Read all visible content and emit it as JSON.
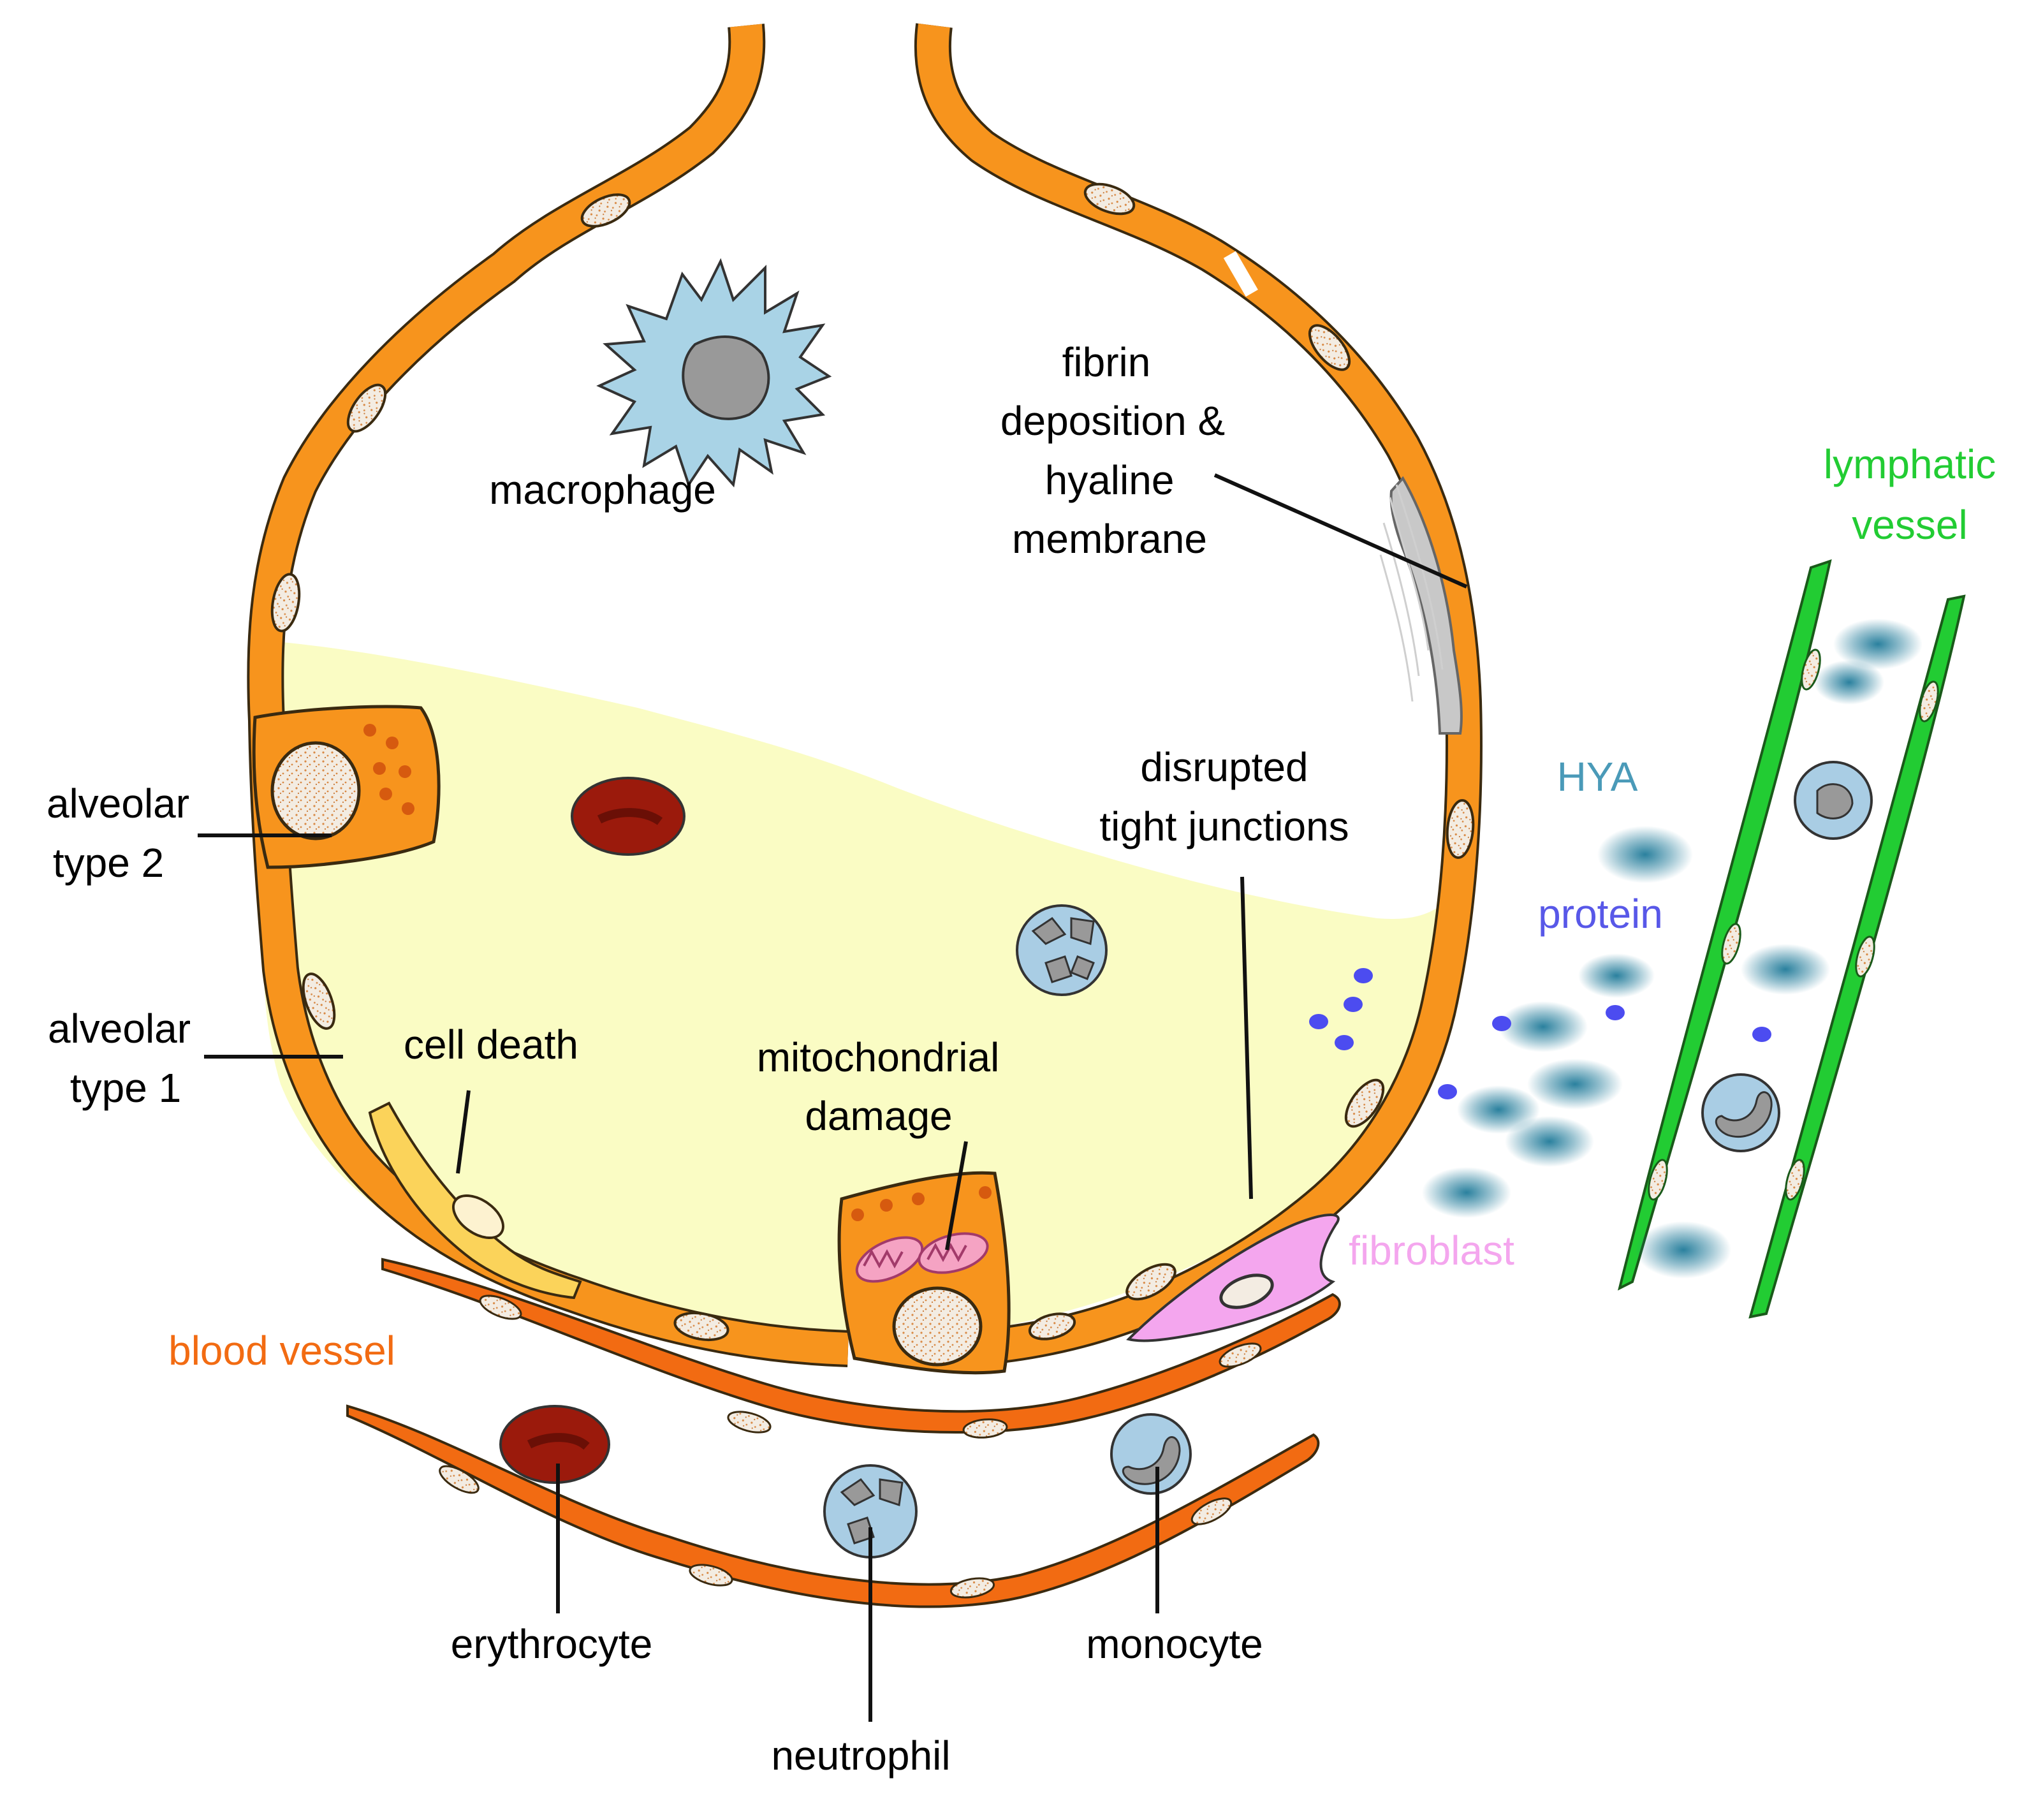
{
  "labels": {
    "macrophage": "macrophage",
    "fibrin_1": "fibrin",
    "fibrin_2": "deposition &",
    "fibrin_3": "hyaline",
    "fibrin_4": "membrane",
    "lymphatic_1": "lymphatic",
    "lymphatic_2": "vessel",
    "hya": "HYA",
    "protein": "protein",
    "disrupted_1": "disrupted",
    "disrupted_2": "tight junctions",
    "at2_1": "alveolar",
    "at2_2": "type 2",
    "at1_1": "alveolar",
    "at1_2": "type 1",
    "cell_death": "cell death",
    "mito_1": "mitochondrial",
    "mito_2": "damage",
    "fibroblast": "fibroblast",
    "blood_vessel": "blood vessel",
    "erythrocyte": "erythrocyte",
    "neutrophil": "neutrophil",
    "monocyte": "monocyte"
  },
  "colors": {
    "alveolar_cell": "#f7941d",
    "edema_fluid": "#fafcc4",
    "blood_vessel": "#f26b12",
    "lymphatic": "#22cc33",
    "macrophage": "#a9d3e6",
    "leukocyte": "#a9cde4",
    "erythrocyte": "#9b1a0c",
    "fibroblast": "#f4a6ee",
    "hyaline": "#c8c8c8",
    "protein": "#4c4cf0",
    "hya": "#1f7a99",
    "label_text": "#000000",
    "label_blood_vessel": "#f26b12",
    "label_lymphatic": "#22cc33",
    "label_hya": "#4a9ab8",
    "label_protein": "#5858e8",
    "label_fibroblast": "#f4a6ee"
  }
}
